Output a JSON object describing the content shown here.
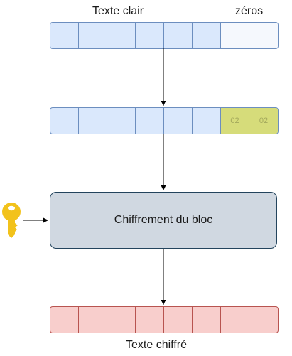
{
  "labels": {
    "plaintext": "Texte clair",
    "zeros": "zéros",
    "ciphertext": "Texte chiffré"
  },
  "padding_cells": [
    "02",
    "02"
  ],
  "block_cipher": "Chiffrement du bloc",
  "colors": {
    "plaintext_fill": "#dae8fc",
    "plaintext_stroke": "#6c8ebf",
    "padding_fill": "#d6dc7a",
    "cipher_box_fill": "#d0d8e1",
    "ciphertext_fill": "#f8cecc",
    "ciphertext_stroke": "#b85450",
    "key_color": "#f2c21b"
  }
}
